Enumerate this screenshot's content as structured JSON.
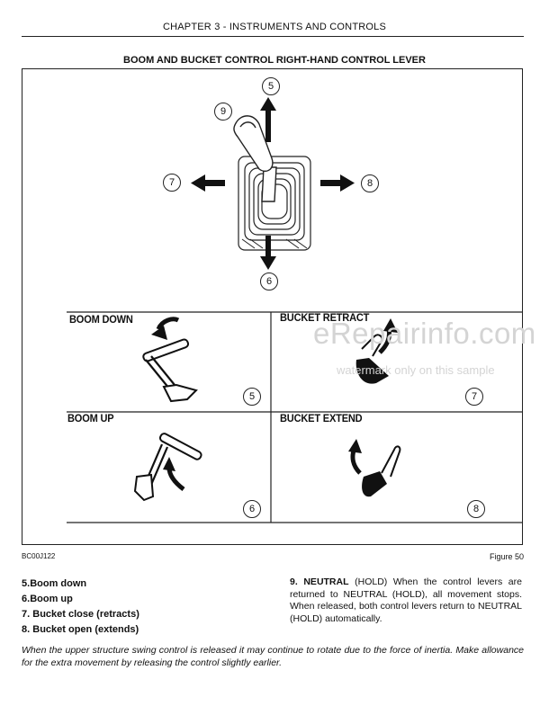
{
  "header": {
    "chapter": "CHAPTER 3 - INSTRUMENTS AND CONTROLS"
  },
  "section": {
    "title": "BOOM AND BUCKET CONTROL RIGHT-HAND CONTROL LEVER"
  },
  "lever": {
    "callouts": {
      "up": "5",
      "knob": "9",
      "left": "7",
      "right": "8",
      "down": "6"
    }
  },
  "quadrants": [
    {
      "label": "BOOM DOWN",
      "number": "5"
    },
    {
      "label": "BUCKET RETRACT",
      "number": "7"
    },
    {
      "label": "BOOM UP",
      "number": "6"
    },
    {
      "label": "BUCKET EXTEND",
      "number": "8"
    }
  ],
  "figure": {
    "code": "BC00J122",
    "label": "Figure 50"
  },
  "legend": [
    {
      "num": "5.",
      "text": "Boom down"
    },
    {
      "num": "6.",
      "text": "Boom up"
    },
    {
      "num": "7.",
      "text": "Bucket close (retracts)"
    },
    {
      "num": "8.",
      "text": "Bucket open (extends)"
    }
  ],
  "neutral": {
    "heading": "9. NEUTRAL",
    "text": " (HOLD) When the control levers are returned to NEUTRAL (HOLD), all movement stops. When released, both control levers return to NEUTRAL (HOLD) automatically."
  },
  "note": "When the upper structure swing control is released it may continue to rotate due to the force of inertia. Make allowance for the extra movement by releasing the control slightly earlier.",
  "watermark": {
    "brand": "eRepairinfo.com",
    "sub": "watermark only on this sample"
  }
}
